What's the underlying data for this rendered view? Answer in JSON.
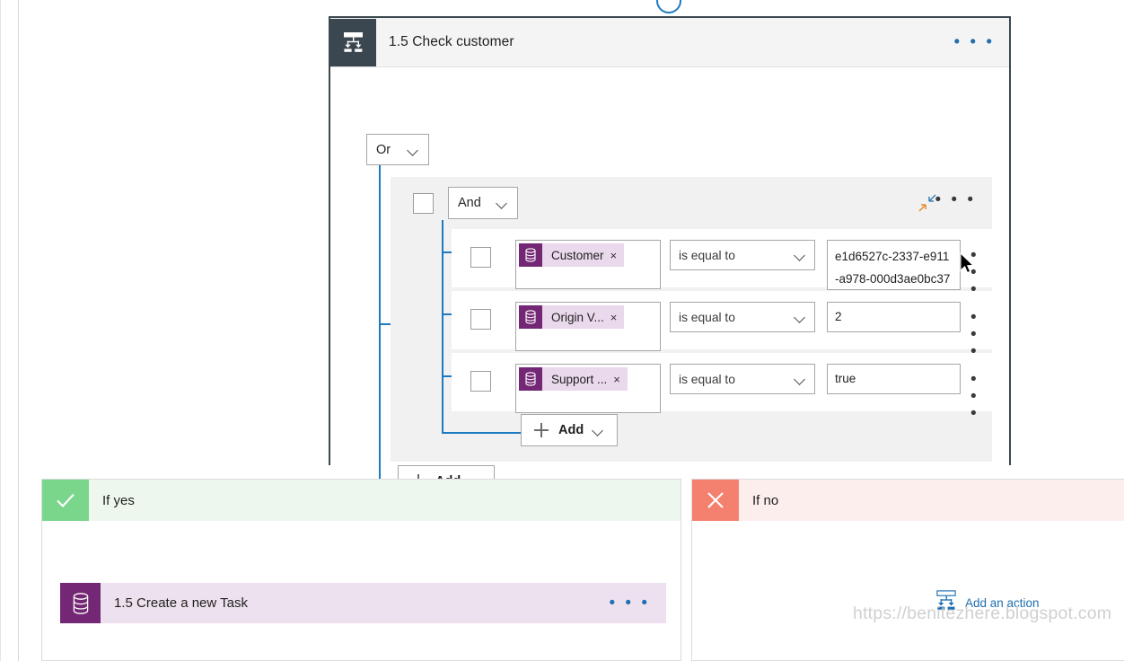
{
  "app": {
    "watermark": "https://benitezhere.blogspot.com"
  },
  "condition_card": {
    "icon": "condition-control-icon",
    "title": "1.5 Check customer",
    "ellipsis": "• • •",
    "outer_group": {
      "operator_label": "Or",
      "add_label": "Add"
    },
    "inner_group": {
      "operator_label": "And",
      "collapse_icon": "collapse-arrows-icon",
      "ellipsis": "• • •",
      "add_label": "Add",
      "rows": [
        {
          "token_label": "Customer",
          "token_icon": "database-icon",
          "token_remove": "×",
          "operator": "is equal to",
          "value": "e1d6527c-2337-e911-a978-000d3ae0bc37",
          "value_lines": 2,
          "ellipsis": "• • •"
        },
        {
          "token_label": "Origin V...",
          "token_icon": "database-icon",
          "token_remove": "×",
          "operator": "is equal to",
          "value": "2",
          "value_lines": 1,
          "ellipsis": "• • •"
        },
        {
          "token_label": "Support ...",
          "token_icon": "database-icon",
          "token_remove": "×",
          "operator": "is equal to",
          "value": "true",
          "value_lines": 1,
          "ellipsis": "• • •"
        }
      ]
    }
  },
  "branches": {
    "yes": {
      "badge_icon": "checkmark-icon",
      "title": "If yes",
      "action": {
        "icon": "database-icon",
        "title": "1.5 Create a new Task",
        "ellipsis": "• • •"
      }
    },
    "no": {
      "badge_icon": "cross-icon",
      "title": "If no",
      "add_action": {
        "icon": "condition-control-icon",
        "label": "Add an action"
      }
    }
  },
  "colors": {
    "accent_blue": "#1f7bc1",
    "header_dark": "#3b4750",
    "token_purple": "#742774",
    "token_bg": "#ead9ec",
    "yes_green": "#7ad68b",
    "no_red": "#f4816f"
  }
}
